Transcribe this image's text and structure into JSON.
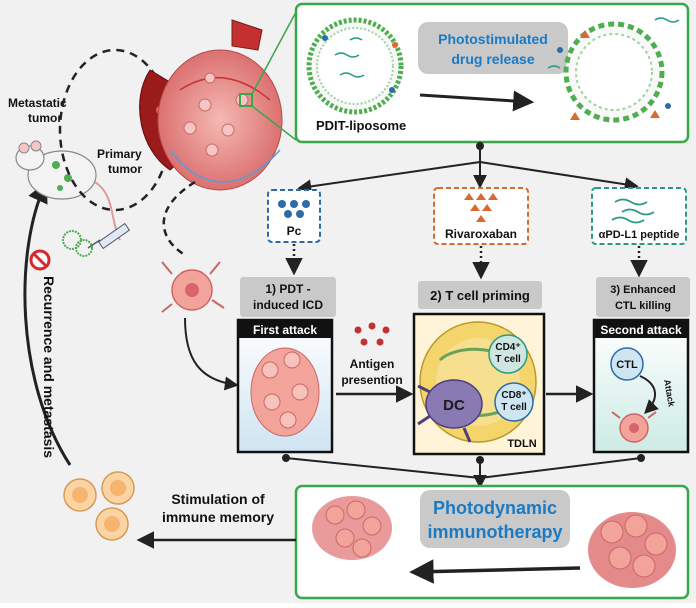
{
  "labels": {
    "metastatic_line1": "Metastatic",
    "metastatic_line2": "tumor",
    "primary_line1": "Primary",
    "primary_line2": "tumor",
    "photostimulated_line1": "Photostimulated",
    "photostimulated_line2": "drug release",
    "pdit_liposome": "PDIT-liposome",
    "pc": "Pc",
    "rivaroxaban": "Rivaroxaban",
    "apdl1": "αPD-L1 peptide",
    "pdt_line1": "1) PDT -",
    "pdt_line2": "induced ICD",
    "tcell_priming": "2) T cell priming",
    "ctl_line1": "3) Enhanced",
    "ctl_line2": "CTL killing",
    "first_attack": "First attack",
    "second_attack": "Second attack",
    "antigen_line1": "Antigen",
    "antigen_line2": "presention",
    "dc": "DC",
    "cd4_line1": "CD4⁺",
    "cd4_line2": "T cell",
    "cd8_line1": "CD8⁺",
    "cd8_line2": "T cell",
    "tdln": "TDLN",
    "ctl": "CTL",
    "attack": "Attack",
    "recurrence": "Recurrence and metastasis",
    "stim_line1": "Stimulation of",
    "stim_line2": "immune memory",
    "pdit_line1": "Photodynamic",
    "pdit_line2": "immunotherapy"
  },
  "colors": {
    "green_frame": "#3aa64a",
    "blue_text": "#1b7ac4",
    "pc_blue": "#2c6aa8",
    "riva_orange": "#d86a2e",
    "teal": "#2a9a86",
    "tumor_pink": "#e58a8a",
    "gray_label": "#c9c9c9"
  }
}
